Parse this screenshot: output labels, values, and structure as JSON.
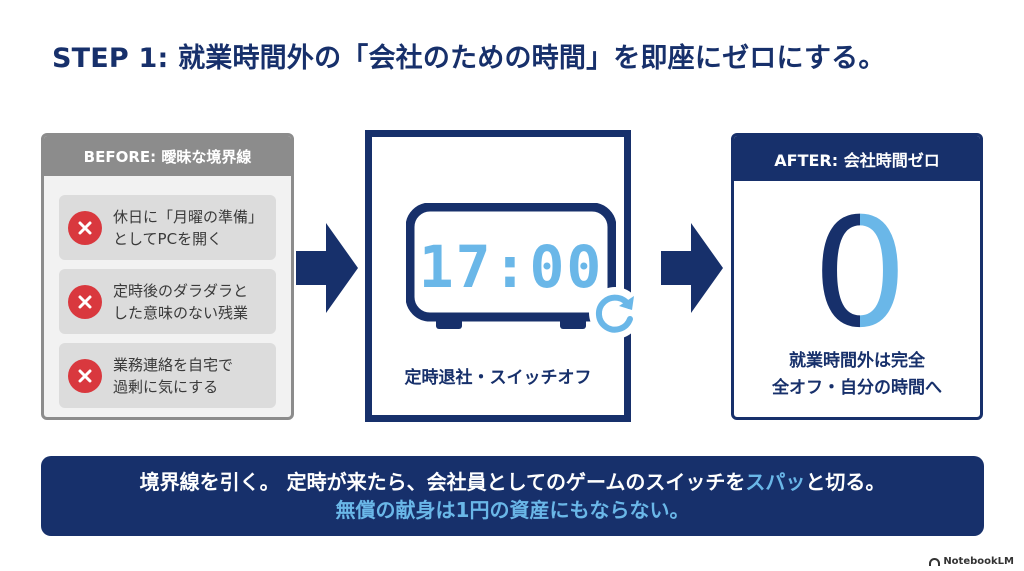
{
  "title": "STEP 1: 就業時間外の「会社のための時間」を即座にゼロにする。",
  "before": {
    "header": "BEFORE: 曖昧な境界線",
    "items": [
      {
        "line1": "休日に「月曜の準備」",
        "line2": "としてPCを開く"
      },
      {
        "line1": "定時後のダラダラと",
        "line2": "した意味のない残業"
      },
      {
        "line1": "業務連絡を自宅で",
        "line2": "過剰に気にする"
      }
    ]
  },
  "center": {
    "clock_time": "17:00",
    "label": "定時退社・スイッチオフ"
  },
  "after": {
    "header": "AFTER: 会社時間ゼロ",
    "big_value": "0",
    "line1": "就業時間外は完全",
    "line2": "全オフ・自分の時間へ"
  },
  "banner": {
    "line1_part1": "境界線を引く。 定時が来たら、会社員としてのゲームのスイッチを",
    "line1_accent": "スパッ",
    "line1_part2": "と切る。",
    "line2": "無償の献身は1円の資産にもならない。"
  },
  "brand": "NotebookLM",
  "colors": {
    "navy": "#17306b",
    "accent_blue": "#6ab7e8",
    "gray": "#8c8c8c",
    "red": "#d9383e"
  },
  "icons": [
    "x-icon",
    "clock-icon",
    "refresh-icon",
    "arrow-right-icon",
    "notebook-icon"
  ]
}
